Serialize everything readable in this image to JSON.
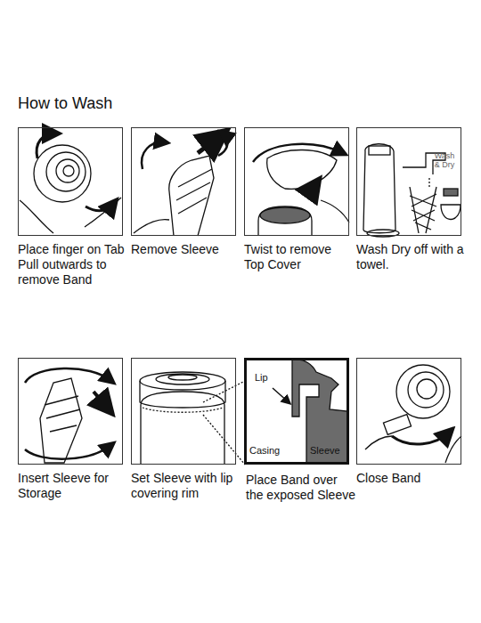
{
  "diagram": {
    "title": "How to Wash",
    "nodes": [
      {
        "text": [
          "Place finger on Tab Pull outwards to remove Band"
        ]
      },
      {
        "text": [
          "Remove Sleeve"
        ]
      },
      {
        "text": [
          "Twist to remove Top Cover"
        ]
      },
      {
        "text": [
          "Wash Dry off with a towel."
        ]
      },
      {
        "text": [
          "Insert Sleeve for Storage"
        ]
      },
      {
        "text": [
          "Set Sleeve with lip covering rim"
        ]
      },
      {
        "text": [
          "Place Band over the exposed Sleeve"
        ]
      },
      {
        "text": [
          "Close Band"
        ]
      }
    ],
    "labels": [
      "Wash & Dry",
      "Lip",
      "Casing",
      "Sleeve"
    ]
  }
}
